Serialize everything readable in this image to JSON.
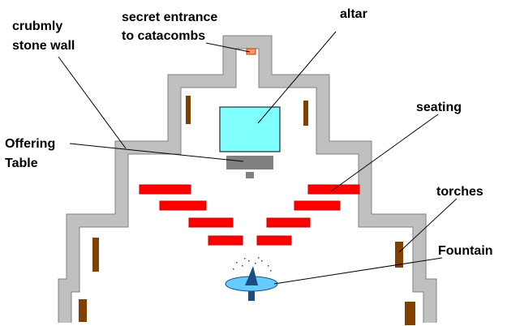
{
  "labels": {
    "crumbly_wall_line1": "crubmly",
    "crumbly_wall_line2": "stone wall",
    "secret_entrance_line1": "secret entrance",
    "secret_entrance_line2": "to catacombs",
    "altar": "altar",
    "seating": "seating",
    "offering_table_line1": "Offering",
    "offering_table_line2": "Table",
    "torches": "torches",
    "fountain": "Fountain"
  },
  "colors": {
    "wall": "#c0c0c0",
    "wall_outline": "#808080",
    "altar": "#80ffff",
    "offering_table": "#808080",
    "seating": "#ff0000",
    "torch": "#804000",
    "secret_entrance": "#ff9966",
    "fountain_basin": "#66ccff",
    "fountain_spout": "#1a4d80",
    "fountain_stem": "#1a4d80"
  }
}
